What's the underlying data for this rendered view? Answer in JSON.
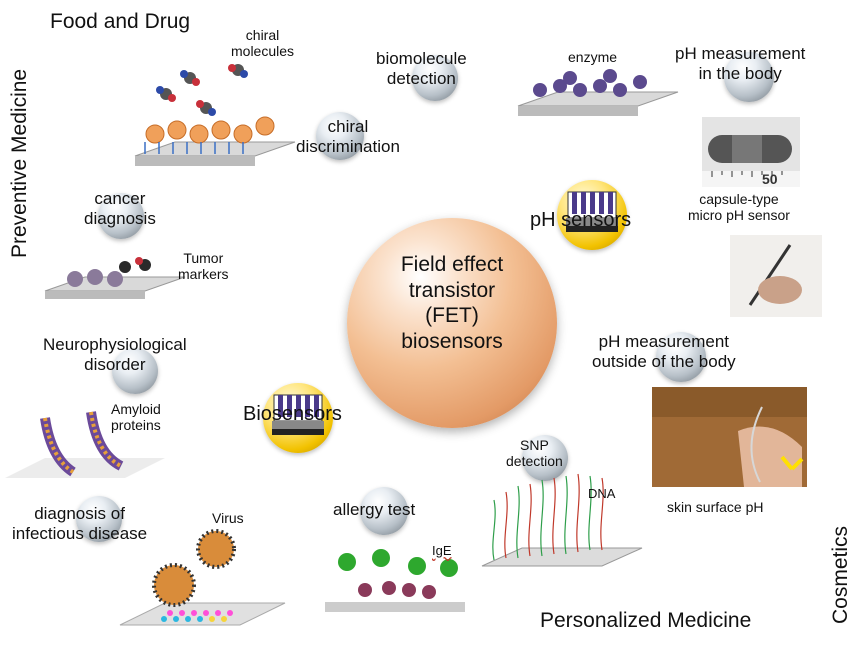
{
  "center": {
    "lines": [
      "Field effect",
      "transistor",
      "(FET)",
      "biosensors"
    ]
  },
  "categories": {
    "food_drug": "Food and Drug",
    "preventive": "Preventive Medicine",
    "personalized": "Personalized Medicine",
    "cosmetics": "Cosmetics"
  },
  "nodes": {
    "chiral_molecules": [
      "chiral",
      "molecules"
    ],
    "biomolecule_detection": [
      "biomolecule",
      "detection"
    ],
    "enzyme": "enzyme",
    "ph_body": [
      "pH measurement",
      "in the body"
    ],
    "chiral_discrimination": [
      "chiral",
      "discrimination"
    ],
    "capsule": [
      "capsule-type",
      "micro pH sensor"
    ],
    "ruler_50": "50",
    "cancer": [
      "cancer",
      "diagnosis"
    ],
    "ph_sensors": "pH sensors",
    "tumor": [
      "Tumor",
      "markers"
    ],
    "neuro": [
      "Neurophysiological",
      "disorder"
    ],
    "ph_outside": [
      "pH measurement",
      "outside of the body"
    ],
    "amyloid": [
      "Amyloid",
      "proteins"
    ],
    "biosensors": "Biosensors",
    "snp": [
      "SNP",
      "detection"
    ],
    "dna": "DNA",
    "infectious": [
      "diagnosis of",
      "infectious disease"
    ],
    "virus": "Virus",
    "allergy": "allergy test",
    "ige": "IgE",
    "skin": "skin surface pH"
  }
}
